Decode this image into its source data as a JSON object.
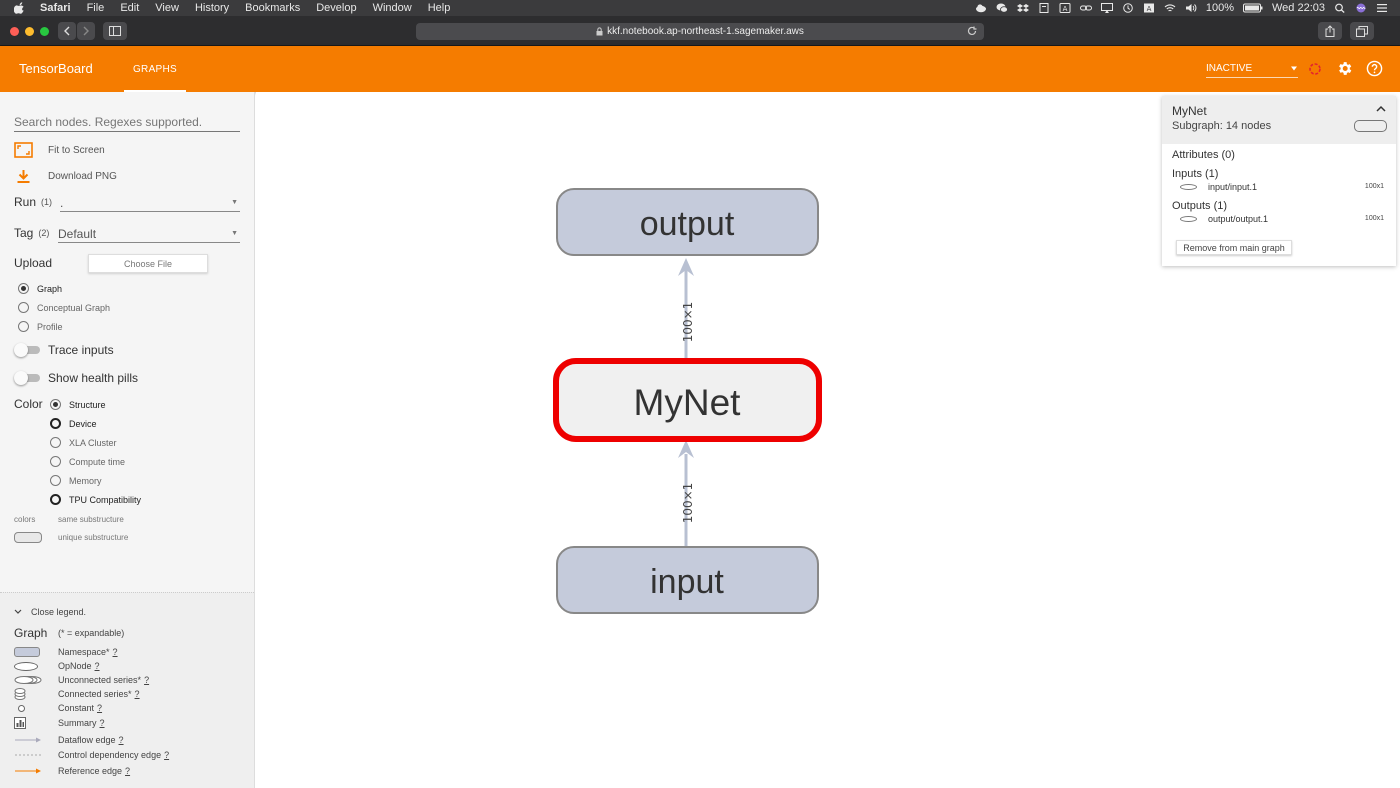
{
  "menubar": {
    "app": "Safari",
    "items": [
      "File",
      "Edit",
      "View",
      "History",
      "Bookmarks",
      "Develop",
      "Window",
      "Help"
    ],
    "battery": "100%",
    "clock": "Wed 22:03"
  },
  "browser": {
    "url": "kkf.notebook.ap-northeast-1.sagemaker.aws"
  },
  "header": {
    "title": "TensorBoard",
    "tab": "GRAPHS",
    "status": "INACTIVE"
  },
  "sidebar": {
    "search_placeholder": "Search nodes. Regexes supported.",
    "fit_to_screen": "Fit to Screen",
    "download_png": "Download PNG",
    "run_label": "Run",
    "run_count": "(1)",
    "run_value": ".",
    "tag_label": "Tag",
    "tag_count": "(2)",
    "tag_value": "Default",
    "upload_label": "Upload",
    "choose_file": "Choose File",
    "graph_types": [
      {
        "label": "Graph",
        "selected": true
      },
      {
        "label": "Conceptual Graph",
        "selected": false
      },
      {
        "label": "Profile",
        "selected": false
      }
    ],
    "trace_inputs": "Trace inputs",
    "show_health_pills": "Show health pills",
    "color_label": "Color",
    "color_options": [
      {
        "label": "Structure",
        "selected": true
      },
      {
        "label": "Device",
        "selected": false
      },
      {
        "label": "XLA Cluster",
        "selected": false
      },
      {
        "label": "Compute time",
        "selected": false
      },
      {
        "label": "Memory",
        "selected": false
      },
      {
        "label": "TPU Compatibility",
        "selected": false
      }
    ],
    "colors_label": "colors",
    "same_substructure": "same substructure",
    "unique_substructure": "unique substructure"
  },
  "legend": {
    "close": "Close legend.",
    "graph_label": "Graph",
    "expandable_note": "(* = expandable)",
    "q": "?",
    "items": [
      "Namespace*",
      "OpNode",
      "Unconnected series*",
      "Connected series*",
      "Constant",
      "Summary",
      "Dataflow edge",
      "Control dependency edge",
      "Reference edge"
    ]
  },
  "graph": {
    "nodes": {
      "output": "output",
      "mynet": "MyNet",
      "input": "input"
    },
    "edge_labels": {
      "top": "100×1",
      "bottom": "100×1"
    },
    "colors": {
      "node_fill": "#c5cbdb",
      "selected_stroke": "#ee0000",
      "orange": "#f57c00"
    }
  },
  "info_card": {
    "title": "MyNet",
    "subtitle": "Subgraph: 14 nodes",
    "attributes": "Attributes (0)",
    "inputs": "Inputs (1)",
    "input_name": "input/input.1",
    "input_shape": "100x1",
    "outputs": "Outputs (1)",
    "output_name": "output/output.1",
    "output_shape": "100x1",
    "remove_button": "Remove from main graph"
  }
}
